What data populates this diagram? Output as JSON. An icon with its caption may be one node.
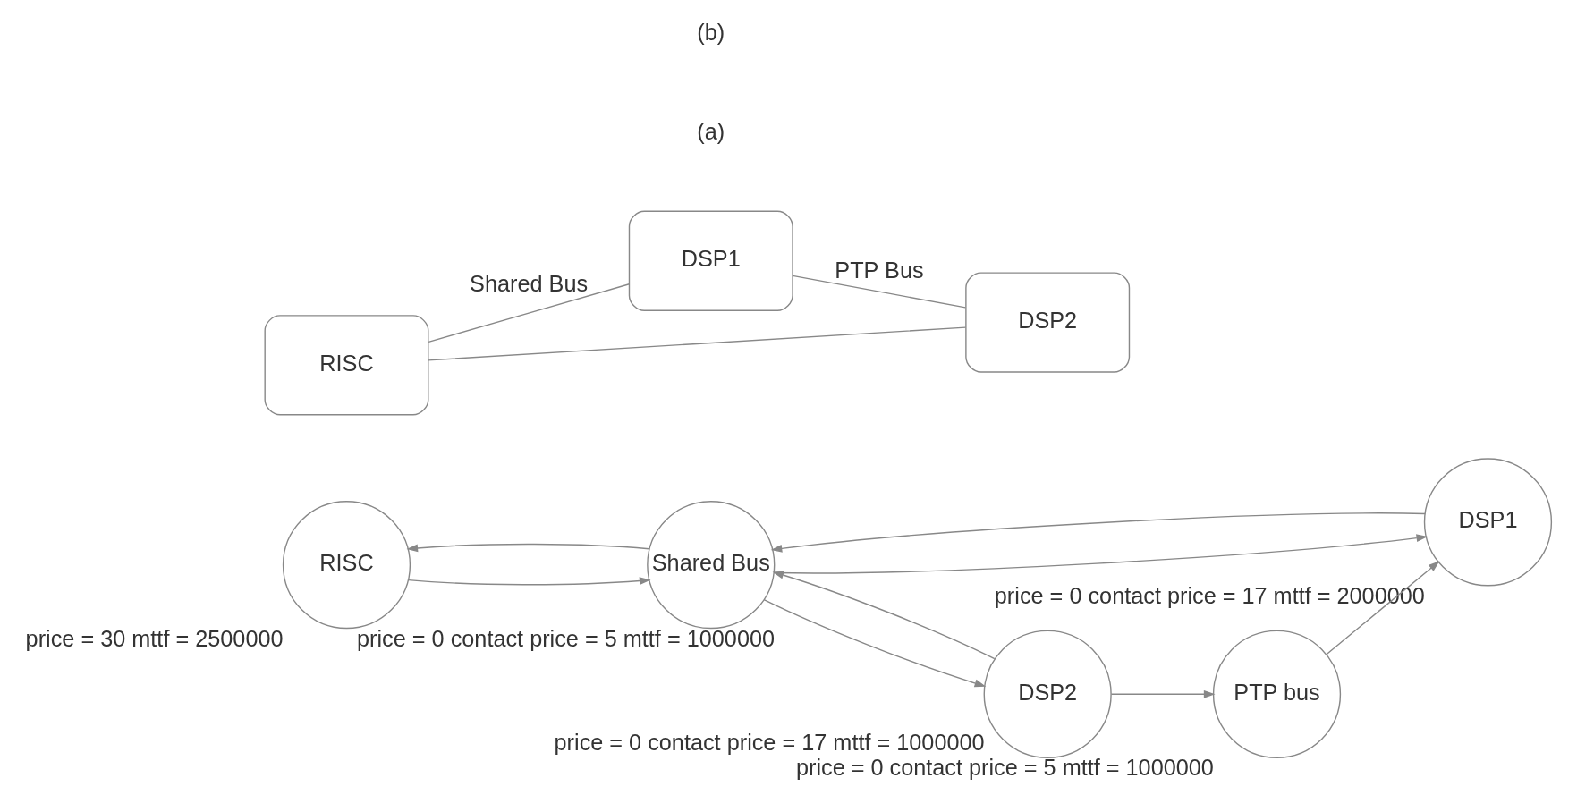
{
  "diagram": {
    "nodes": [
      {
        "text": [
          "RISC"
        ],
        "beside": [
          "price = 30 mttf = 2500000"
        ]
      },
      {
        "text": [
          "Shared Bus"
        ],
        "beside": [
          "price = 0 contact price = 5 mttf = 1000000"
        ]
      },
      {
        "text": [
          "DSP1"
        ],
        "beside": [
          "price = 0 contact price = 17 mttf = 2000000"
        ]
      },
      {
        "text": [
          "PTP bus"
        ],
        "beside": [
          "price = 0 contact price = 5 mttf = 1000000"
        ]
      },
      {
        "text": [
          "DSP2"
        ],
        "beside": [
          "price = 0 contact price = 17 mttf = 1000000"
        ]
      },
      {
        "text": [
          "RISC"
        ]
      },
      {
        "text": [
          "DSP1"
        ]
      },
      {
        "text": [
          "DSP2"
        ]
      }
    ],
    "edges": [
      {
        "from": 0,
        "to": 1,
        "arrow": "to"
      },
      {
        "from": 1,
        "to": 0,
        "arrow": "to"
      },
      {
        "from": 1,
        "to": 2,
        "arrow": "to"
      },
      {
        "from": 2,
        "to": 1,
        "arrow": "to"
      },
      {
        "from": 1,
        "to": 4,
        "arrow": "to"
      },
      {
        "from": 4,
        "to": 1,
        "arrow": "to"
      },
      {
        "from": 4,
        "to": 3,
        "arrow": "to"
      },
      {
        "from": 3,
        "to": 2,
        "arrow": "to"
      },
      {
        "from": 5,
        "to": 6,
        "arrow": "none",
        "label": "Shared Bus"
      },
      {
        "from": 5,
        "to": 7,
        "arrow": "none"
      },
      {
        "from": 6,
        "to": 7,
        "arrow": "none",
        "label": "PTP Bus"
      }
    ],
    "labels": [
      "(a)",
      "(b)"
    ]
  }
}
